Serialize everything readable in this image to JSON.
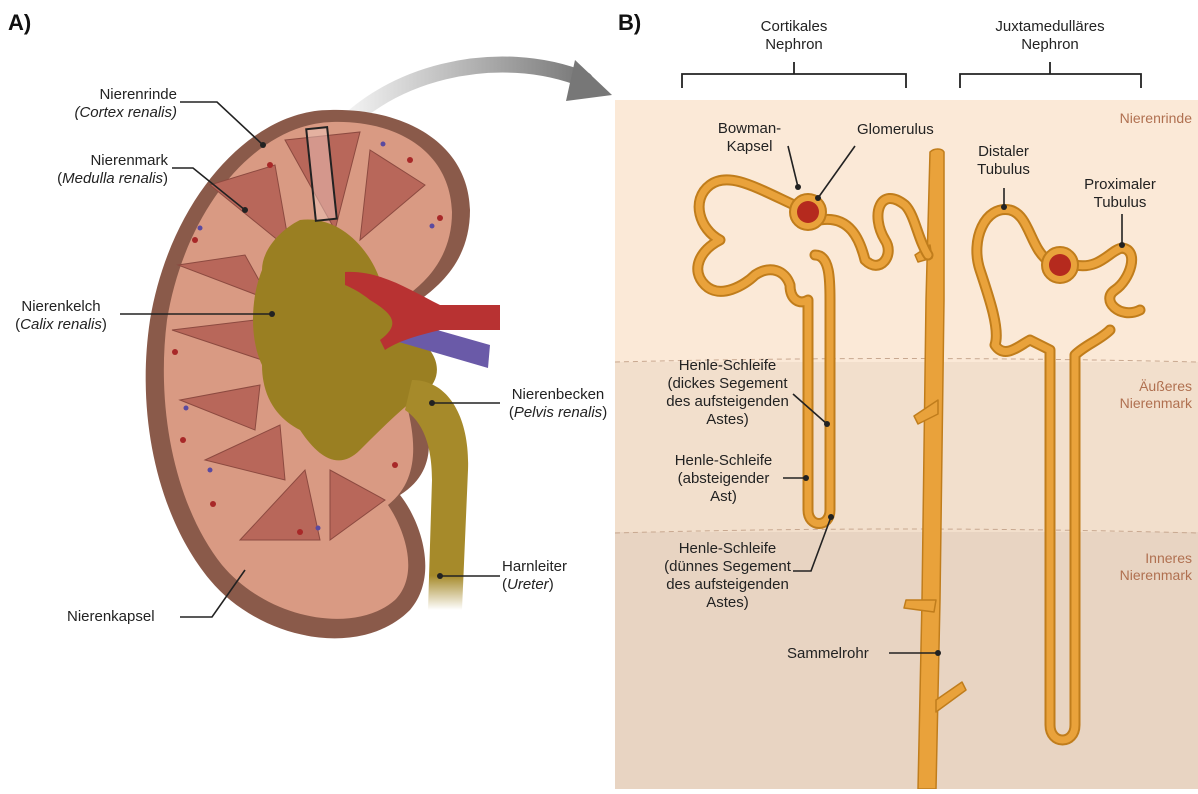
{
  "panels": {
    "a": "A)",
    "b": "B)"
  },
  "kidney": {
    "cortex": {
      "name": "Nierenrinde",
      "latin": "(Cortex renalis)"
    },
    "medulla": {
      "name": "Nierenmark",
      "latin_pre": "(",
      "latin": "Medulla renalis",
      "latin_post": ")"
    },
    "calix": {
      "name": "Nierenkelch",
      "latin_pre": "(",
      "latin": "Calix renalis",
      "latin_post": ")"
    },
    "pelvis": {
      "name": "Nierenbecken",
      "latin_pre": "(",
      "latin": "Pelvis renalis",
      "latin_post": ")"
    },
    "ureter": {
      "name": "Harnleiter",
      "latin_pre": "(",
      "latin": "Ureter",
      "latin_post": ")"
    },
    "capsule": {
      "name": "Nierenkapsel"
    }
  },
  "nephron": {
    "cortical_1": "Cortikales",
    "cortical_2": "Nephron",
    "juxta_1": "Juxtamedulläres",
    "juxta_2": "Nephron",
    "bowman_1": "Bowman-",
    "bowman_2": "Kapsel",
    "glomerulus": "Glomerulus",
    "distal_1": "Distaler",
    "distal_2": "Tubulus",
    "proximal_1": "Proximaler",
    "proximal_2": "Tubulus",
    "henle_thick": [
      "Henle-Schleife",
      "(dickes Segement",
      "des aufsteigenden",
      "Astes)"
    ],
    "henle_desc": [
      "Henle-Schleife",
      "(absteigender",
      "Ast)"
    ],
    "henle_thin": [
      "Henle-Schleife",
      "(dünnes Segement",
      "des aufsteigenden",
      "Astes)"
    ],
    "collecting": "Sammelrohr"
  },
  "zones": {
    "cortex": "Nierenrinde",
    "outer_1": "Äußeres",
    "outer_2": "Nierenmark",
    "inner_1": "Inneres",
    "inner_2": "Nierenmark"
  },
  "colors": {
    "cortex_bg": "#fbe9d7",
    "outer_bg": "#f2dfcc",
    "inner_bg": "#e8d4c2",
    "tubule": "#e9a23b",
    "tubule_edge": "#c07d1c",
    "capsule": "#8a5a4a",
    "medulla": "#b8675a",
    "pelvis": "#9a7f22",
    "artery": "#b83232",
    "vein": "#6a5aa8",
    "zone_text": "#b07050"
  }
}
